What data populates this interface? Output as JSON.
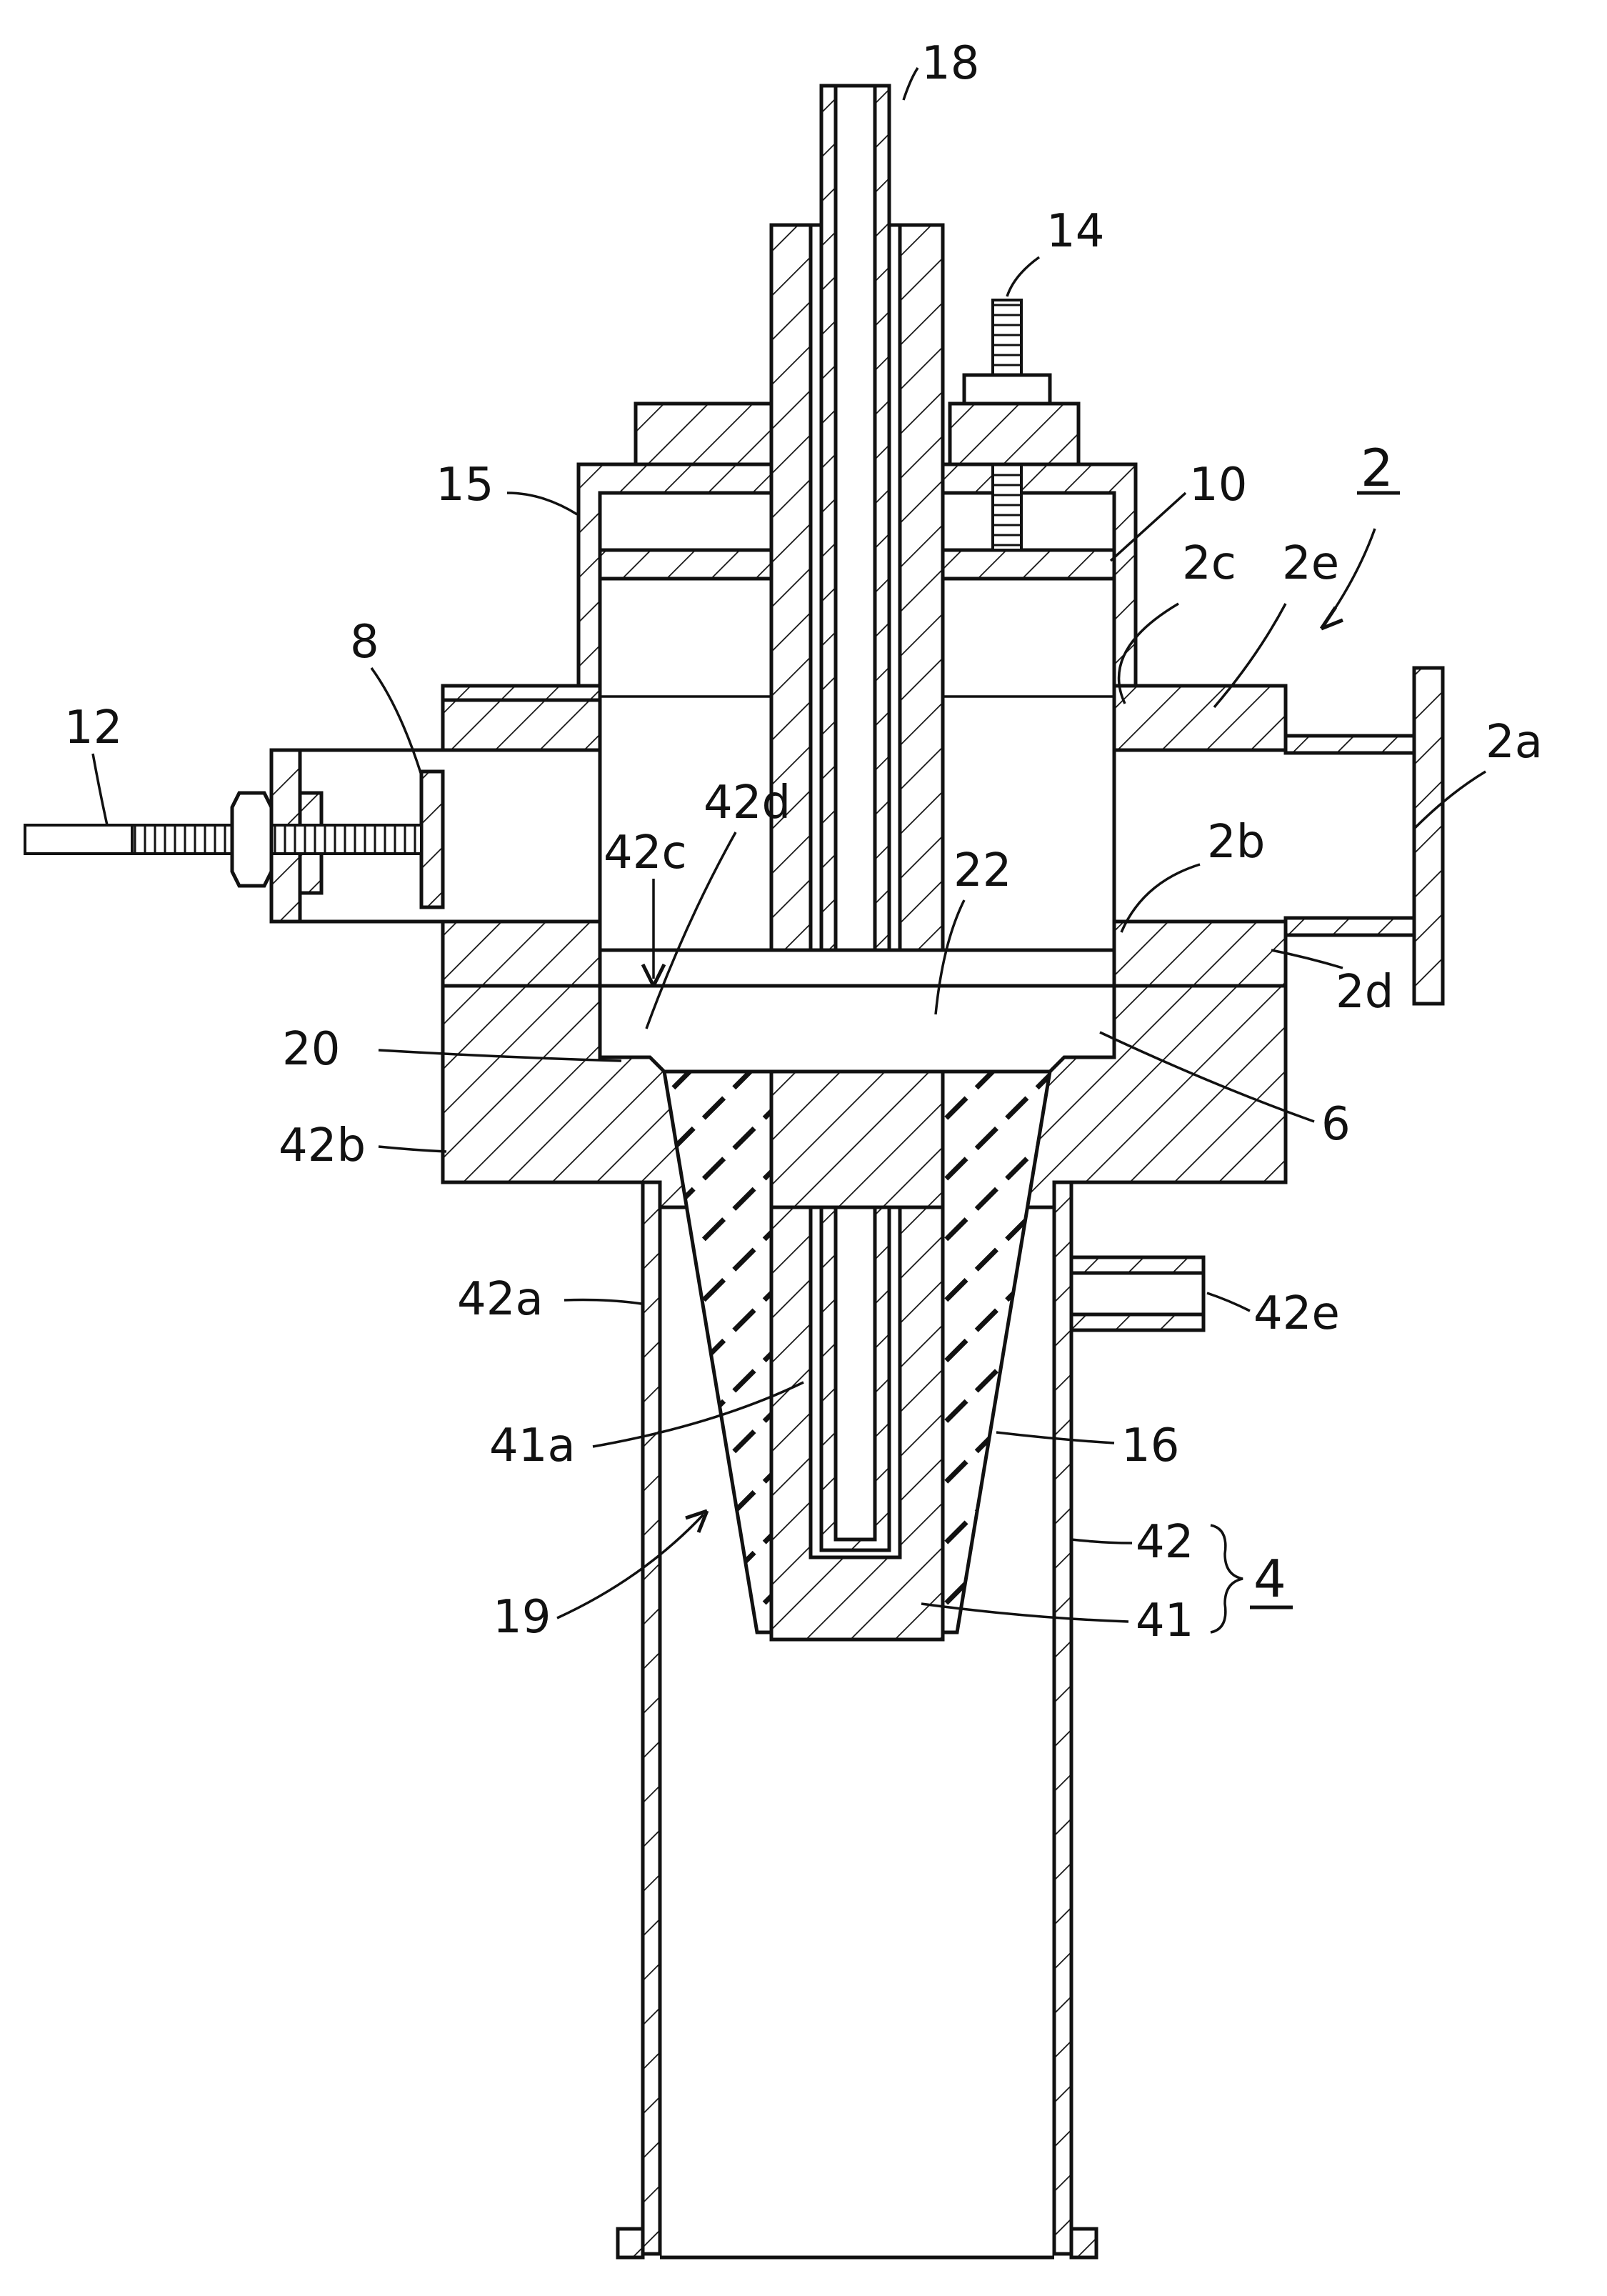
{
  "labels": {
    "l18": "18",
    "l14": "14",
    "l15": "15",
    "l10": "10",
    "l2": "2",
    "l2c": "2c",
    "l2e": "2e",
    "l8": "8",
    "l12": "12",
    "l2a": "2a",
    "l42d": "42d",
    "l42c": "42c",
    "l2b": "2b",
    "l22": "22",
    "l20": "20",
    "l2d": "2d",
    "l6": "6",
    "l42b": "42b",
    "l42e": "42e",
    "l42a": "42a",
    "l41a": "41a",
    "l16": "16",
    "l42": "42",
    "l4": "4",
    "l19": "19",
    "l41": "41"
  },
  "colors": {
    "ink": "#111111",
    "paper": "#ffffff"
  }
}
